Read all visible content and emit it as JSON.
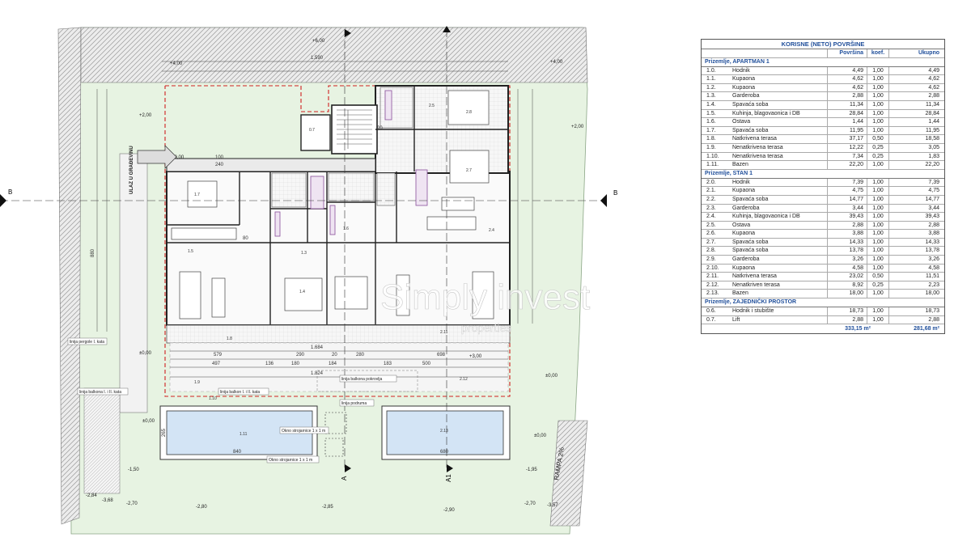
{
  "plan": {
    "section_marks": {
      "b_left": "B",
      "b_right": "B",
      "a": "A",
      "a1": "A1"
    },
    "levels": {
      "top_left": "+6,00",
      "top_mid": "+4,00",
      "top_right": "+4,00",
      "left_mid": "+2,00",
      "left_entry": "+0,00",
      "right_terrace": "+2,00",
      "front_right": "+3,00",
      "pool_left": "±0,00",
      "pool_mid": "±0,00",
      "pool_right": "±0,00",
      "lawn_right": "±0,00",
      "bottom_left": "-1,50",
      "bottom_right": "-1,95",
      "bottom_1": "-2,70",
      "bottom_2": "-2,80",
      "bottom_3": "-2,85",
      "bottom_4": "-2,90",
      "bottom_5": "-2,70",
      "far_left": "-3,68",
      "far_right": "-3,57",
      "far_left_b": "-2,84"
    },
    "dims": {
      "top_total": "1.590",
      "bottom_total": "1.824",
      "bottom_inner": "1.684",
      "dim_579": "579",
      "dim_290": "290",
      "dim_20": "20",
      "dim_280": "280",
      "dim_698": "698",
      "dim_497": "497",
      "dim_136": "136",
      "dim_180": "180",
      "dim_184": "184",
      "dim_500": "500",
      "dim_183": "183",
      "dim_880": "880",
      "pool1_len": "840",
      "pool2_len": "680",
      "pool_w": "265",
      "opening_a": "100",
      "opening_b": "240",
      "opening_c": "90",
      "opening_d": "80"
    },
    "room_tags": {
      "r_1_7": "1.7",
      "r_1_4": "1.4",
      "r_1_5": "1.5",
      "r_1_3": "1.3",
      "r_1_6": "1.6",
      "r_0_7": "0.7",
      "r_2_5": "2.5",
      "r_2_8": "2.8",
      "r_2_7": "2.7",
      "r_2_4": "2.4",
      "r_1_8": "1.8",
      "r_1_9": "1.9",
      "r_2_11": "2.11",
      "r_2_12": "2.12",
      "r_1_10": "1.10",
      "r_1_11": "1.11",
      "r_2_13": "2.13"
    },
    "labels": {
      "entry": "ULAZ U GRAĐEVINU",
      "pergola": "linija pergole I. kata",
      "balcony_roof": "linija balkona pokrovlja",
      "balcony_1_2": "linija balkona I. i II. kata",
      "basement": "linija podruma",
      "balcony_1_2b": "linija balkon I. i II. kata",
      "shaft_1": "Okno strojarnice 1 x 1 m",
      "shaft_2": "Okno strojarnice 1 x 1 m",
      "ramp": "RAMPA 2%",
      "watermark": "Simply invest",
      "watermark_sub": "properties"
    }
  },
  "table": {
    "title": "KORISNE (NETO) POVRŠINE",
    "headers": {
      "area": "Površina",
      "coef": "koef.",
      "total": "Ukupno"
    },
    "sections": [
      {
        "name": "Prizemlje,  APARTMAN 1",
        "rows": [
          {
            "no": "1.0.",
            "name": "Hodnik",
            "area": "4,49",
            "coef": "1,00",
            "total": "4,49"
          },
          {
            "no": "1.1.",
            "name": "Kupaona",
            "area": "4,62",
            "coef": "1,00",
            "total": "4,62"
          },
          {
            "no": "1.2.",
            "name": "Kupaona",
            "area": "4,62",
            "coef": "1,00",
            "total": "4,62"
          },
          {
            "no": "1.3.",
            "name": "Garderoba",
            "area": "2,88",
            "coef": "1,00",
            "total": "2,88"
          },
          {
            "no": "1.4.",
            "name": "Spavaća soba",
            "area": "11,34",
            "coef": "1,00",
            "total": "11,34"
          },
          {
            "no": "1.5.",
            "name": "Kuhinja, blagovaonica i DB",
            "area": "28,84",
            "coef": "1,00",
            "total": "28,84"
          },
          {
            "no": "1.6.",
            "name": "Ostava",
            "area": "1,44",
            "coef": "1,00",
            "total": "1,44"
          },
          {
            "no": "1.7.",
            "name": "Spavaća soba",
            "area": "11,95",
            "coef": "1,00",
            "total": "11,95"
          },
          {
            "no": "1.8.",
            "name": "Natkrivena terasa",
            "area": "37,17",
            "coef": "0,50",
            "total": "18,58"
          },
          {
            "no": "1.9.",
            "name": "Nenatkrivena terasa",
            "area": "12,22",
            "coef": "0,25",
            "total": "3,05"
          },
          {
            "no": "1.10.",
            "name": "Nenatkrivena terasa",
            "area": "7,34",
            "coef": "0,25",
            "total": "1,83"
          },
          {
            "no": "1.11.",
            "name": "Bazen",
            "area": "22,20",
            "coef": "1,00",
            "total": "22,20"
          }
        ]
      },
      {
        "name": "Prizemlje,  STAN 1",
        "rows": [
          {
            "no": "2.0.",
            "name": "Hodnik",
            "area": "7,39",
            "coef": "1,00",
            "total": "7,39"
          },
          {
            "no": "2.1.",
            "name": "Kupaona",
            "area": "4,75",
            "coef": "1,00",
            "total": "4,75"
          },
          {
            "no": "2.2.",
            "name": "Spavaća soba",
            "area": "14,77",
            "coef": "1,00",
            "total": "14,77"
          },
          {
            "no": "2.3.",
            "name": "Garderoba",
            "area": "3,44",
            "coef": "1,00",
            "total": "3,44"
          },
          {
            "no": "2.4.",
            "name": "Kuhinja, blagovaonica i DB",
            "area": "39,43",
            "coef": "1,00",
            "total": "39,43"
          },
          {
            "no": "2.5.",
            "name": "Ostava",
            "area": "2,88",
            "coef": "1,00",
            "total": "2,88"
          },
          {
            "no": "2.6.",
            "name": "Kupaona",
            "area": "3,88",
            "coef": "1,00",
            "total": "3,88"
          },
          {
            "no": "2.7.",
            "name": "Spavaća soba",
            "area": "14,33",
            "coef": "1,00",
            "total": "14,33"
          },
          {
            "no": "2.8.",
            "name": "Spavaća soba",
            "area": "13,78",
            "coef": "1,00",
            "total": "13,78"
          },
          {
            "no": "2.9.",
            "name": "Garderoba",
            "area": "3,26",
            "coef": "1,00",
            "total": "3,26"
          },
          {
            "no": "2.10.",
            "name": "Kupaona",
            "area": "4,58",
            "coef": "1,00",
            "total": "4,58"
          },
          {
            "no": "2.11.",
            "name": "Natkrivena terasa",
            "area": "23,02",
            "coef": "0,50",
            "total": "11,51"
          },
          {
            "no": "2.12.",
            "name": "Nenatkriven terasa",
            "area": "8,92",
            "coef": "0,25",
            "total": "2,23"
          },
          {
            "no": "2.13.",
            "name": "Bazen",
            "area": "18,00",
            "coef": "1,00",
            "total": "18,00"
          }
        ]
      },
      {
        "name": "Prizemlje,  ZAJEDNIČKI PROSTOR",
        "rows": [
          {
            "no": "0.6.",
            "name": "Hodnik i stubište",
            "area": "18,73",
            "coef": "1,00",
            "total": "18,73"
          },
          {
            "no": "0.7.",
            "name": "Lift",
            "area": "2,88",
            "coef": "1,00",
            "total": "2,88"
          }
        ]
      }
    ],
    "total_area": "333,15 m²",
    "total_net": "281,68 m²"
  }
}
